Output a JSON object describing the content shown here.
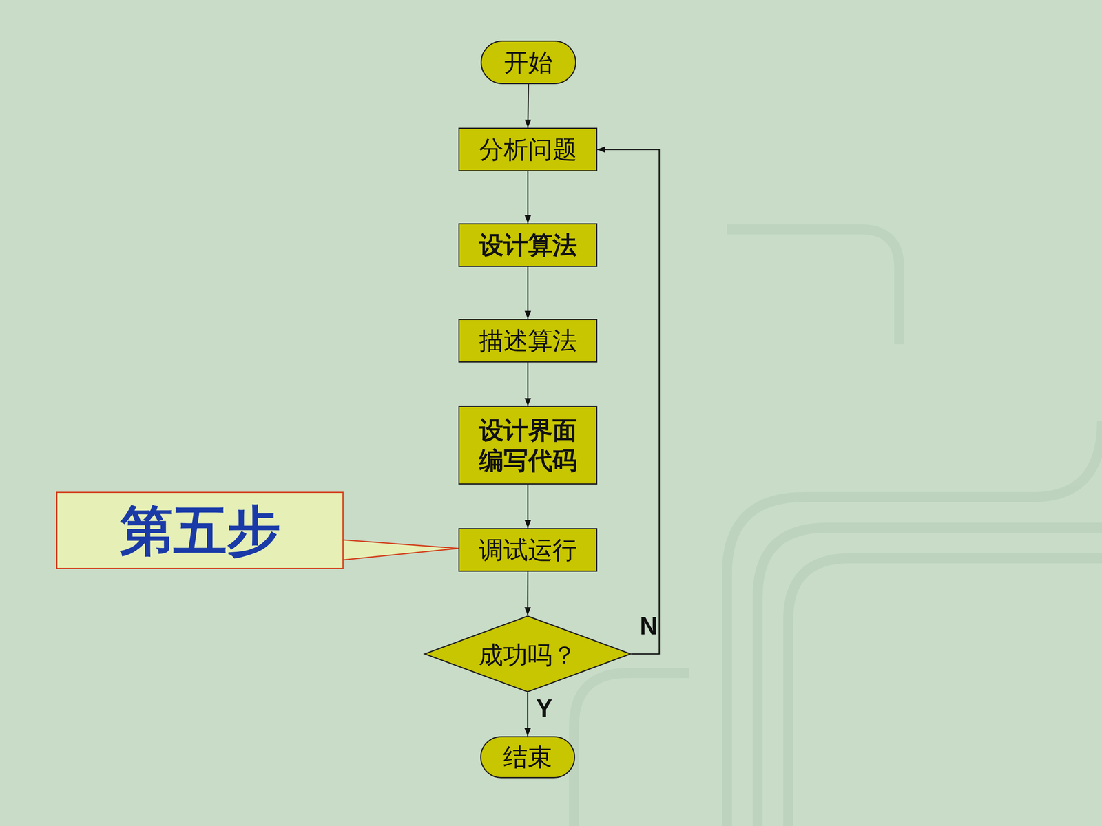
{
  "diagram": {
    "title": "用电脑编程解题的流程",
    "nodes": [
      {
        "text": [
          "开始"
        ]
      },
      {
        "text": [
          "分析问题"
        ]
      },
      {
        "text": [
          "设计算法"
        ]
      },
      {
        "text": [
          "描述算法"
        ]
      },
      {
        "text": [
          "设计界面 编写代码"
        ]
      },
      {
        "text": [
          "调试运行"
        ]
      },
      {
        "text": [
          "成功吗？"
        ]
      },
      {
        "text": [
          "结束"
        ]
      },
      {
        "text": [
          "第五步"
        ]
      }
    ],
    "edges": [
      {
        "from": 0,
        "to": 1,
        "arrow": "to"
      },
      {
        "from": 1,
        "to": 2,
        "arrow": "to"
      },
      {
        "from": 2,
        "to": 3,
        "arrow": "to"
      },
      {
        "from": 3,
        "to": 4,
        "arrow": "to"
      },
      {
        "from": 4,
        "to": 5,
        "arrow": "to"
      },
      {
        "from": 5,
        "to": 6,
        "arrow": "to"
      },
      {
        "from": 6,
        "to": 7,
        "label": "Y",
        "arrow": "to"
      },
      {
        "from": 6,
        "to": 1,
        "label": "N",
        "arrow": "to"
      },
      {
        "from": 8,
        "to": 5,
        "arrow": "none"
      }
    ]
  }
}
